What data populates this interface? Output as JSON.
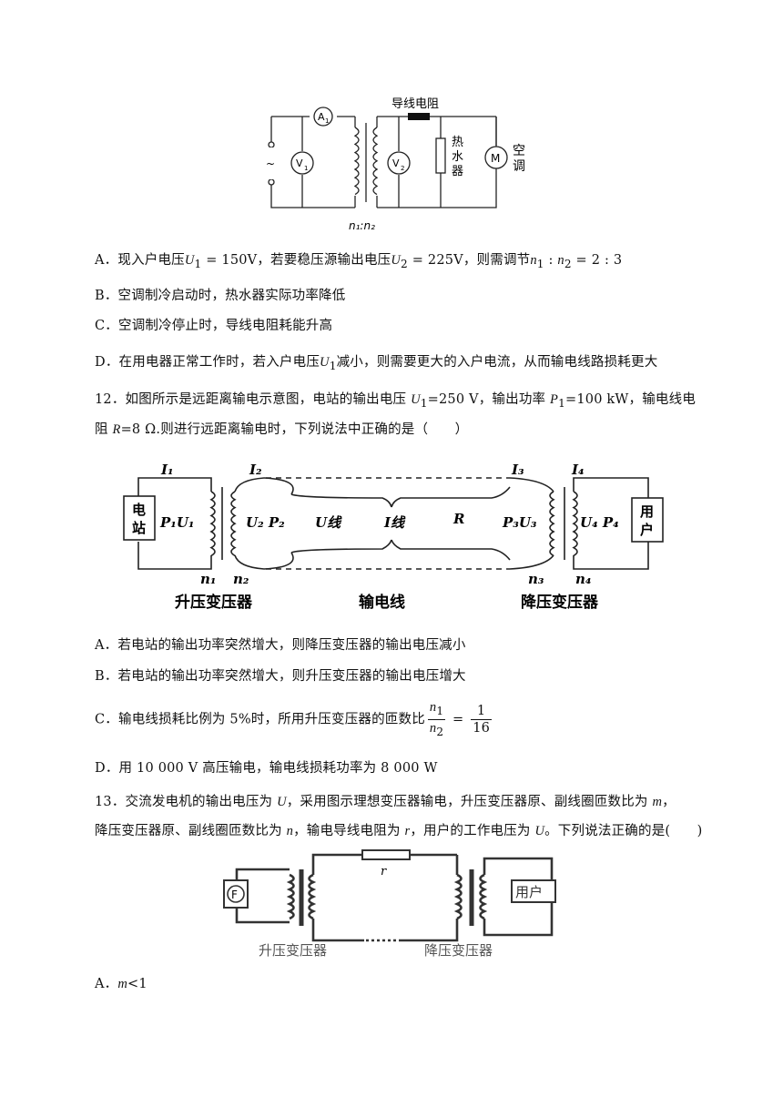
{
  "fig1": {
    "top_label": "导线电阻",
    "ammeter": "A",
    "ammeter_sub": "1",
    "voltmeter1": "V",
    "voltmeter1_sub": "1",
    "voltmeter2": "V",
    "voltmeter2_sub": "2",
    "ac_symbol": "~",
    "heater": [
      "热",
      "水",
      "器"
    ],
    "motor": "M",
    "ac_label": [
      "空",
      "调"
    ],
    "ratio": "n₁:n₂"
  },
  "q11": {
    "a_pre": "A．现入户电压",
    "a_u1": "U",
    "a_u1_sub": "1",
    "a_eq1": " = 150V",
    "a_mid": "，若要稳压源输出电压",
    "a_u2": "U",
    "a_u2_sub": "2",
    "a_eq2": " = 225V",
    "a_post": "，则需调节",
    "a_n1": "n",
    "a_n1_sub": "1",
    "a_colon": " : ",
    "a_n2": "n",
    "a_n2_sub": "2",
    "a_ratio": " = 2 : 3",
    "b": "B．空调制冷启动时，热水器实际功率降低",
    "c": "C．空调制冷停止时，导线电阻耗能升高",
    "d_pre": "D．在用电器正常工作时，若入户电压",
    "d_u": "U",
    "d_u_sub": "1",
    "d_post": "减小，则需要更大的入户电流，从而输电线路损耗更大"
  },
  "q12": {
    "stem_line1_a": "12．如图所示是远距离输电示意图，电站的输出电压 ",
    "stem_u1": "U",
    "stem_u1_sub": "1",
    "stem_line1_b": "=250 V，输出功率 ",
    "stem_p1": "P",
    "stem_p1_sub": "1",
    "stem_line1_c": "=100 kW，输电线电",
    "stem_line2_a": "阻 ",
    "stem_r": "R",
    "stem_line2_b": "=8 Ω.则进行远距离输电时，下列说法中正确的是（　　）",
    "a": "A．若电站的输出功率突然增大，则降压变压器的输出电压减小",
    "b": "B．若电站的输出功率突然增大，则升压变压器的输出电压增大",
    "c_pre": "C．输电线损耗比例为 5%时，所用升压变压器的匝数比",
    "c_num": "n",
    "c_num_sub": "1",
    "c_den": "n",
    "c_den_sub": "2",
    "c_eq": " = ",
    "c_rnum": "1",
    "c_rden": "16",
    "d": "D．用 10 000 V 高压输电，输电线损耗功率为 8 000 W"
  },
  "fig2": {
    "station": [
      "电",
      "站"
    ],
    "user": [
      "用",
      "户"
    ],
    "I1": "I₁",
    "I2": "I₂",
    "I3": "I₃",
    "I4": "I₄",
    "P1U1": "P₁U₁",
    "U2P2": "U₂ P₂",
    "Uline": "U线",
    "Iline": "I线",
    "R": "R",
    "P3U3": "P₃U₃",
    "U4P4": "U₄  P₄",
    "n1": "n₁",
    "n2": "n₂",
    "n3": "n₃",
    "n4": "n₄",
    "step_up": "升压变压器",
    "line": "输电线",
    "step_down": "降压变压器"
  },
  "q13": {
    "line1_a": "13．交流发电机的输出电压为 ",
    "u": "U",
    "line1_b": "，采用图示理想变压器输电，升压变压器原、副线圈匝数比为 ",
    "m": "m",
    "line1_c": "，",
    "line2_a": "降压变压器原、副线圈匝数比为 ",
    "n": "n",
    "line2_b": "，输电导线电阻为 ",
    "r": "r",
    "line2_c": "，用户的工作电压为 ",
    "u2": "U",
    "line2_d": "。下列说法正确的是(　　)",
    "a_pre": "A．",
    "a_m": "m",
    "a_post": "<1"
  },
  "fig3": {
    "gen": "F",
    "r": "r",
    "user": "用户",
    "step_up": "升压变压器",
    "step_down": "降压变压器"
  }
}
